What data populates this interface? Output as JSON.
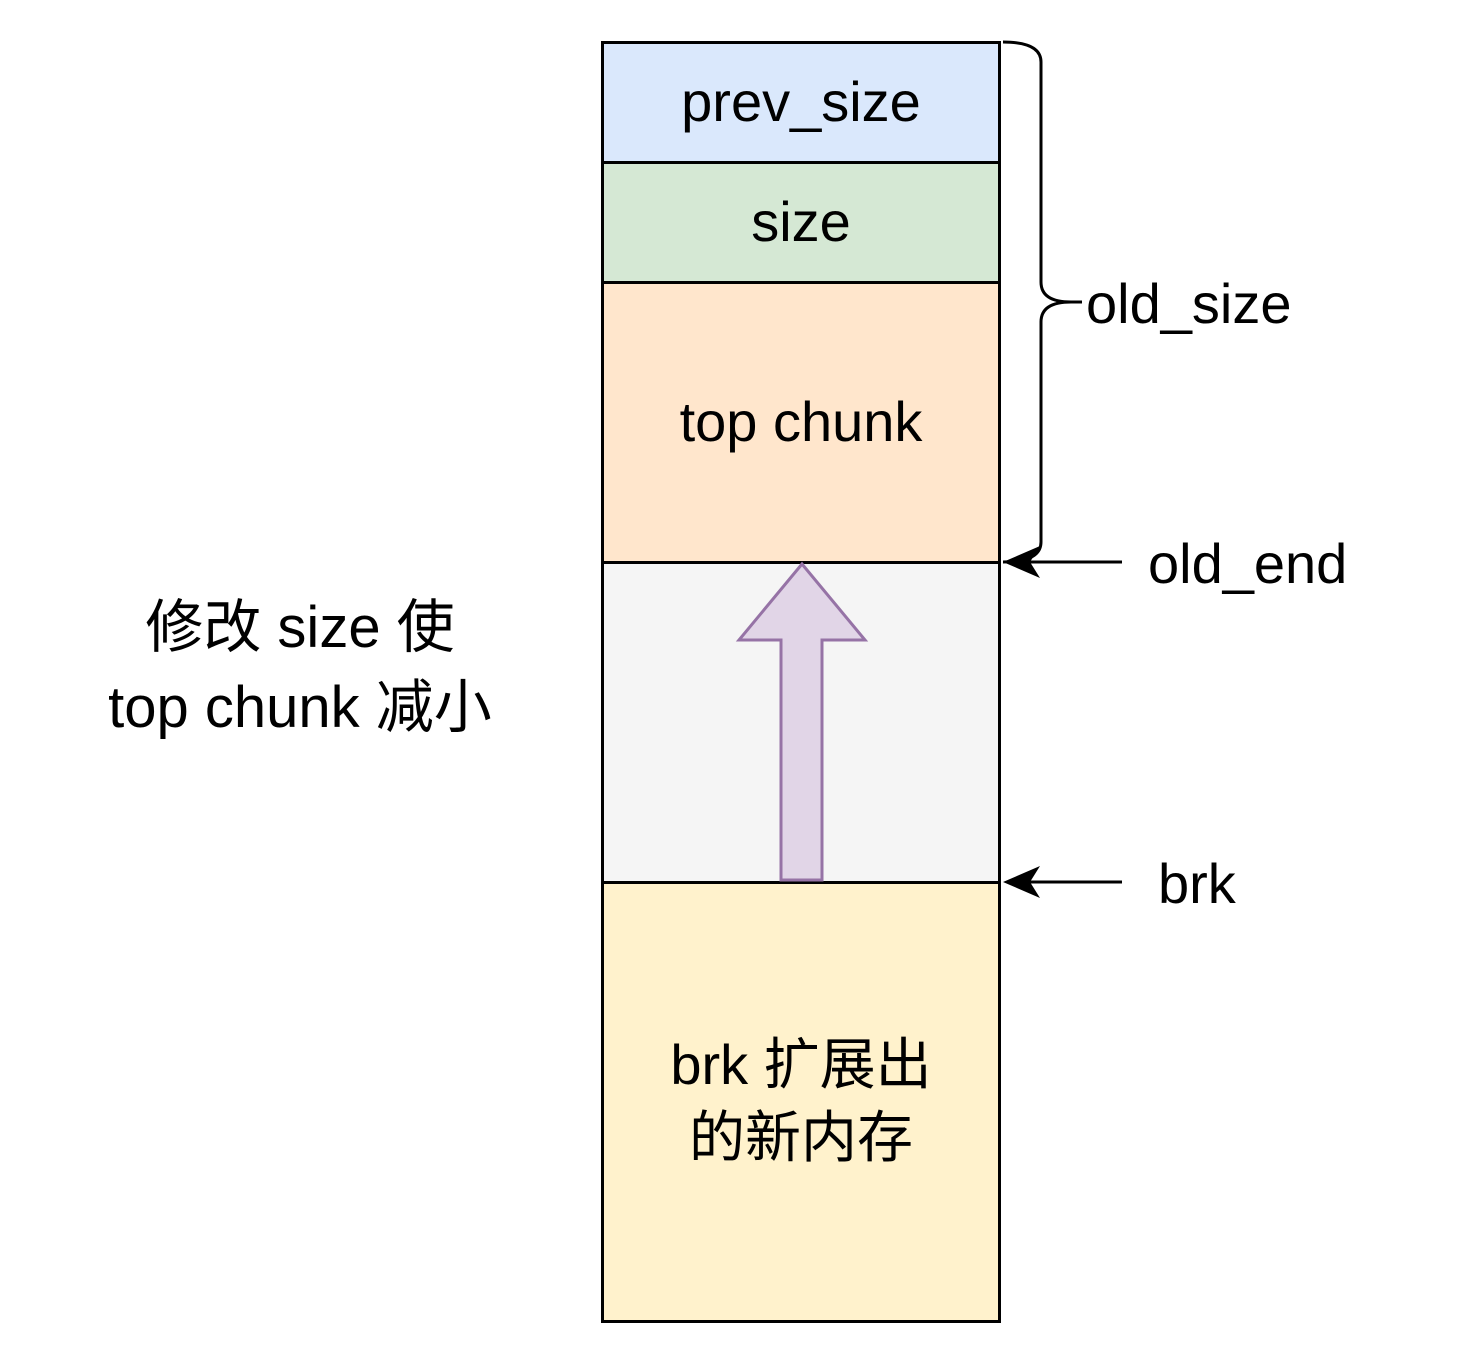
{
  "blocks": {
    "prev_size": {
      "label": "prev_size",
      "color": "#dae8fc"
    },
    "size": {
      "label": "size",
      "color": "#d5e8d4"
    },
    "top_chunk": {
      "label": "top chunk",
      "color": "#ffe6cc"
    },
    "freed_region": {
      "color": "#f5f5f5"
    },
    "new_memory": {
      "line1": "brk 扩展出",
      "line2": "的新内存",
      "color": "#fff2cc"
    }
  },
  "labels": {
    "old_size": "old_size",
    "old_end": "old_end",
    "brk": "brk"
  },
  "note": {
    "line1": "修改 size 使",
    "line2": "top chunk 减小"
  },
  "arrow": {
    "fill": "#e1d5e7",
    "stroke": "#9673a6"
  }
}
